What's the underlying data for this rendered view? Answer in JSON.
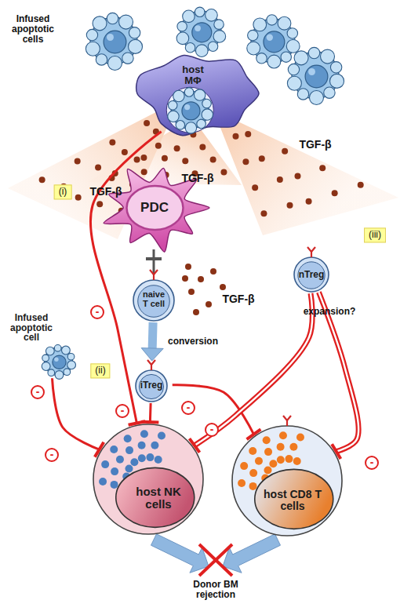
{
  "diagram": {
    "nodes": [
      {
        "text": [
          "host MΦ"
        ]
      },
      {
        "text": [
          "PDC"
        ]
      },
      {
        "text": [
          "nTreg"
        ]
      },
      {
        "text": [
          "naive T cell"
        ]
      },
      {
        "text": [
          "Infused apoptotic cell"
        ]
      },
      {
        "text": [
          "iTreg"
        ]
      },
      {
        "text": [
          "host NK cells"
        ]
      },
      {
        "text": [
          "host CD8 T cells"
        ]
      }
    ],
    "edges": [
      {
        "from": 0,
        "to": 6,
        "arrow": "to"
      },
      {
        "from": 3,
        "to": 5,
        "label": "conversion",
        "arrow": "to"
      },
      {
        "from": 5,
        "to": 6,
        "arrow": "to"
      },
      {
        "from": 5,
        "to": 7,
        "arrow": "to"
      },
      {
        "from": 2,
        "to": 6,
        "arrow": "to"
      },
      {
        "from": 2,
        "to": 7,
        "arrow": "to"
      },
      {
        "from": 4,
        "to": 6,
        "arrow": "to"
      }
    ],
    "labels": [
      "Infused apoptotic cells",
      "TGF-β",
      "(i)",
      "TGF-β",
      "TGF-β",
      "(iii)",
      "expansion?",
      "TGF-β",
      "(ii)",
      "-",
      "-",
      "-",
      "-",
      "-",
      "-",
      "-",
      "Donor BM rejection"
    ]
  }
}
